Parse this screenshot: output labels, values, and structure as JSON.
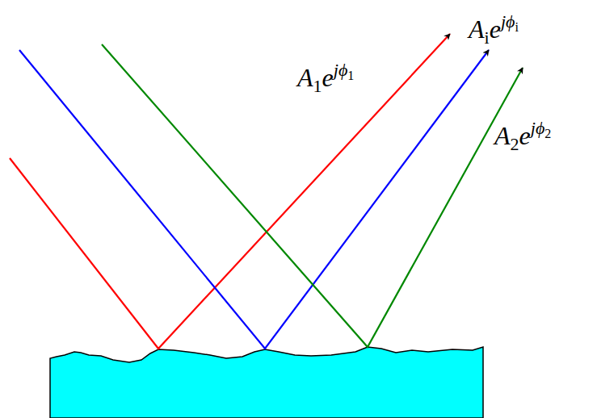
{
  "diagram": {
    "labels": [
      "A1ejϕ1",
      "Aiejϕi",
      "A2ejϕ2"
    ]
  }
}
